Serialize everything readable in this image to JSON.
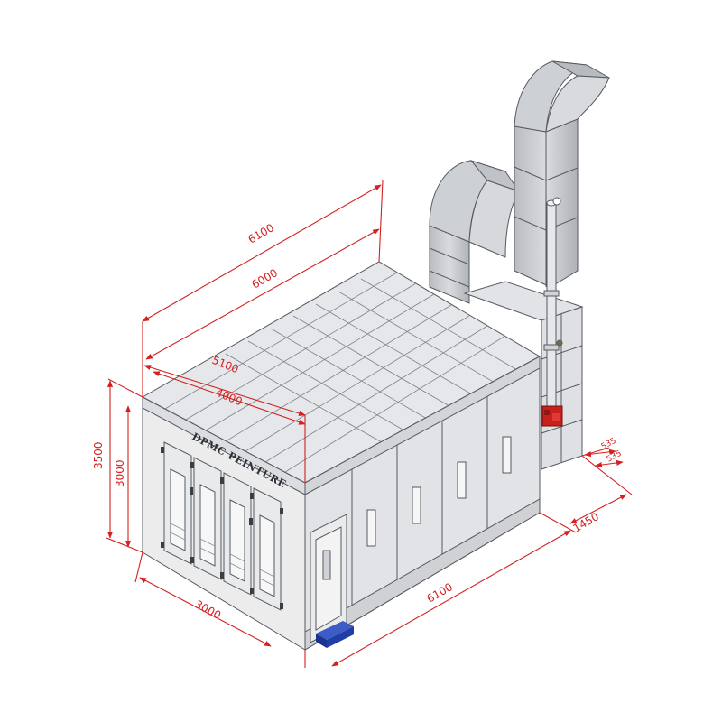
{
  "sign": {
    "text": "DPMC PEINTURE"
  },
  "dimensions": {
    "total_length": "6100",
    "cabin_length": "6000",
    "inner_length": "5100",
    "front_depth": "4000",
    "total_height": "3500",
    "wall_height": "3000",
    "front_width": "3000",
    "side_length": "6100",
    "plant_depth": "1450",
    "offset_a": "535",
    "offset_b": "535"
  },
  "colors": {
    "dimension": "#d42020",
    "panel_face": "#ececed",
    "panel_side": "#e2e3e6",
    "roof": "#e6e7ea",
    "duct": "#c9cbcf",
    "burner": "#c8201c",
    "base_block": "#1f3ea8",
    "outline": "#555a60"
  }
}
